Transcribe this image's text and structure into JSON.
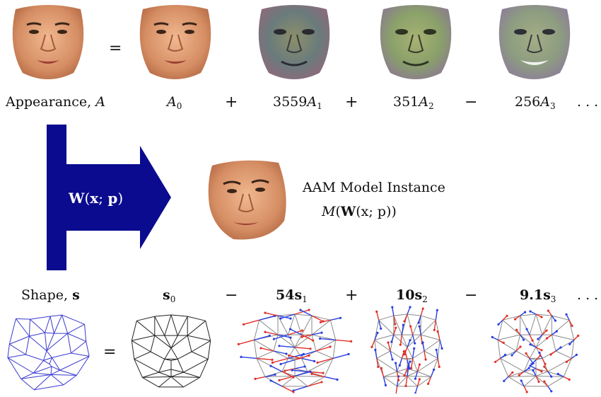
{
  "appearance": {
    "label_text": "Appearance, ",
    "label_symbol": "A",
    "equals": "=",
    "terms": [
      {
        "coef": "",
        "symbol": "A",
        "sub": "0"
      },
      {
        "op": "+",
        "coef": "3559",
        "symbol": "A",
        "sub": "1"
      },
      {
        "op": "+",
        "coef": "351",
        "symbol": "A",
        "sub": "2"
      },
      {
        "op": "−",
        "coef": "256",
        "symbol": "A",
        "sub": "3"
      }
    ],
    "ellipsis": ". . ."
  },
  "warp": {
    "bold": "W",
    "args_open": "(",
    "x": "x",
    "sep": "; ",
    "p": "p",
    "args_close": ")"
  },
  "instance": {
    "title": "AAM Model Instance",
    "formula_M": "M",
    "formula_open": "(",
    "formula_W": "W",
    "formula_args": "(x; p)",
    "formula_close": ")"
  },
  "shape": {
    "label_text": "Shape, ",
    "label_symbol": "s",
    "equals": "=",
    "terms": [
      {
        "coef": "",
        "symbol": "s",
        "sub": "0"
      },
      {
        "op": "−",
        "coef": "54",
        "symbol": "s",
        "sub": "1"
      },
      {
        "op": "+",
        "coef": "10",
        "symbol": "s",
        "sub": "2"
      },
      {
        "op": "−",
        "coef": "9.1",
        "symbol": "s",
        "sub": "3"
      }
    ],
    "ellipsis": ". . ."
  },
  "colors": {
    "arrow": "#0b0b8f",
    "mesh_shape": "#3a3ad0",
    "mesh_base": "#222222",
    "vector_red": "#e0302a",
    "vector_blue": "#2a3fe0",
    "skin": "#d99a72"
  }
}
